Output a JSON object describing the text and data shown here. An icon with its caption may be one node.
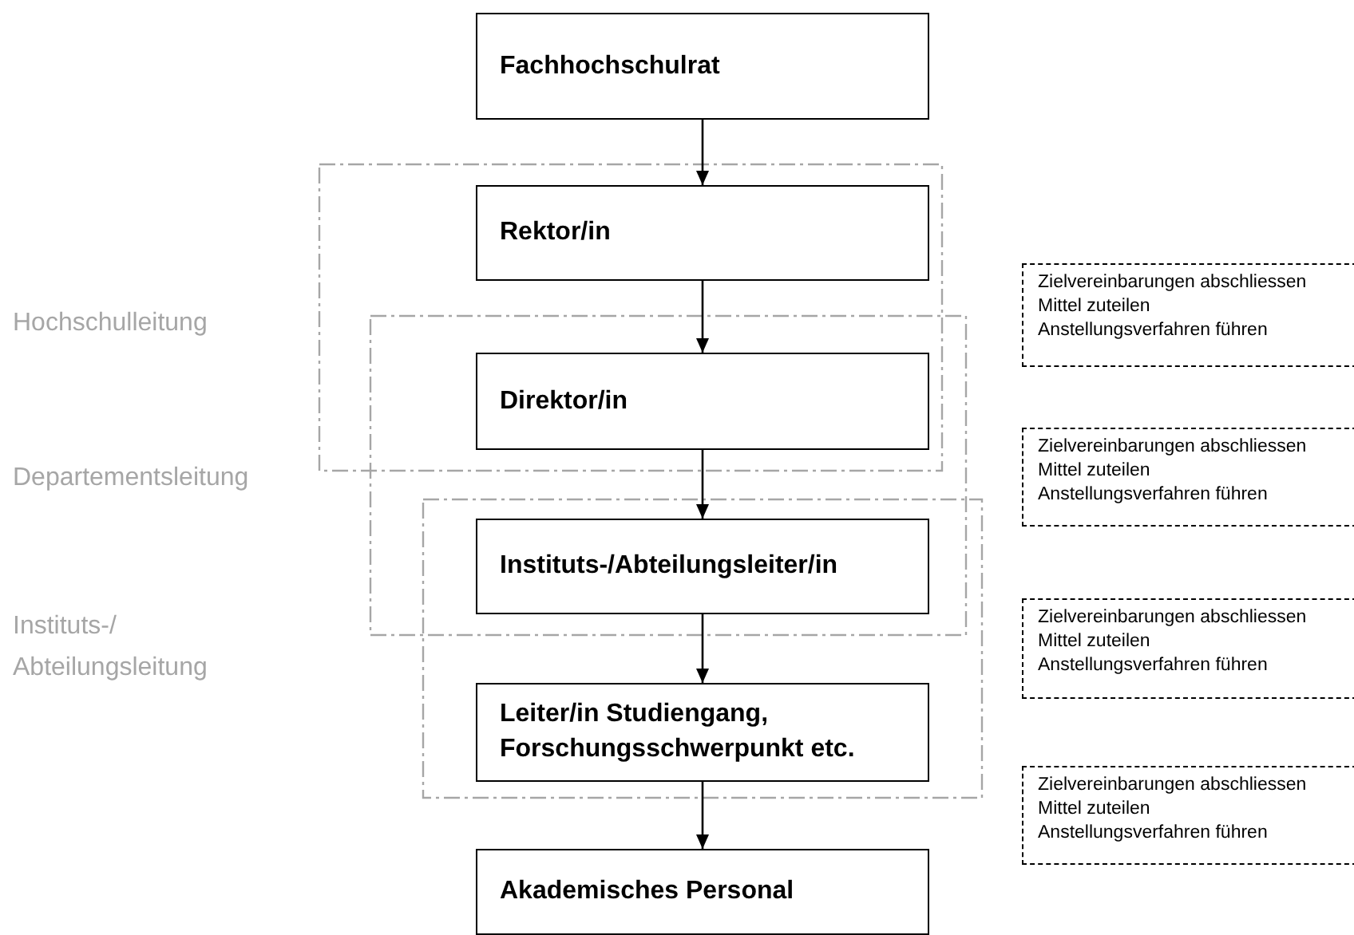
{
  "diagram": {
    "nodes": [
      {
        "text": [
          "Fachhochschulrat"
        ]
      },
      {
        "text": [
          "Rektor/in"
        ]
      },
      {
        "text": [
          "Direktor/in"
        ]
      },
      {
        "text": [
          "Instituts-/Abteilungsleiter/in"
        ]
      },
      {
        "text": [
          "Leiter/in Studiengang, Forschungsschwerpunkt etc."
        ]
      },
      {
        "text": [
          "Akademisches Personal"
        ]
      },
      {
        "text": [
          "Zielvereinbarungen abschliessen",
          "Mittel zuteilen",
          "Anstellungsverfahren führen"
        ]
      },
      {
        "text": [
          "Zielvereinbarungen abschliessen",
          "Mittel zuteilen",
          "Anstellungsverfahren führen"
        ]
      },
      {
        "text": [
          "Zielvereinbarungen abschliessen",
          "Mittel zuteilen",
          "Anstellungsverfahren führen"
        ]
      },
      {
        "text": [
          "Zielvereinbarungen abschliessen",
          "Mittel zuteilen",
          "Anstellungsverfahren führen"
        ]
      }
    ],
    "edges": [
      {
        "from": 0,
        "to": 1,
        "arrow": "to"
      },
      {
        "from": 1,
        "to": 2,
        "arrow": "to"
      },
      {
        "from": 2,
        "to": 3,
        "arrow": "to"
      },
      {
        "from": 3,
        "to": 4,
        "arrow": "to"
      },
      {
        "from": 4,
        "to": 5,
        "arrow": "to"
      }
    ],
    "labels": [
      "Hochschulleitung",
      "Departementsleitung",
      "Instituts-/ Abteilungsleitung"
    ]
  }
}
